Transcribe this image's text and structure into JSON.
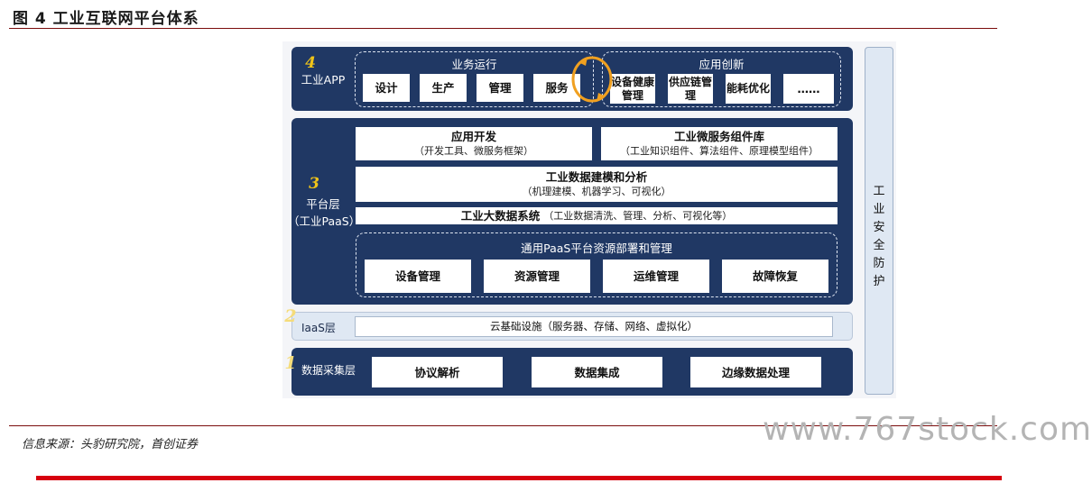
{
  "figure_title": "图 4 工业互联网平台体系",
  "layer_app": {
    "number": "4",
    "label": "工业APP",
    "group_business": {
      "title": "业务运行",
      "items": [
        "设计",
        "生产",
        "管理",
        "服务"
      ]
    },
    "group_innovation": {
      "title": "应用创新",
      "items": [
        "设备健康管理",
        "供应链管理",
        "能耗优化",
        "……"
      ]
    }
  },
  "layer_paas": {
    "number": "3",
    "label_line1": "平台层",
    "label_line2": "（工业PaaS）",
    "app_dev": {
      "title": "应用开发",
      "subtitle": "（开发工具、微服务框架）"
    },
    "microservice": {
      "title": "工业微服务组件库",
      "subtitle": "（工业知识组件、算法组件、原理模型组件）"
    },
    "modeling": {
      "title": "工业数据建模和分析",
      "subtitle": "（机理建模、机器学习、可视化）"
    },
    "bigdata": {
      "title": "工业大数据系统",
      "subtitle": "（工业数据清洗、管理、分析、可视化等）"
    },
    "resource_group": {
      "title": "通用PaaS平台资源部署和管理",
      "items": [
        "设备管理",
        "资源管理",
        "运维管理",
        "故障恢复"
      ]
    }
  },
  "layer_iaas": {
    "number": "2",
    "label": "IaaS层",
    "content": "云基础设施（服务器、存储、网络、虚拟化）"
  },
  "layer_data": {
    "number": "1",
    "label": "数据采集层",
    "items": [
      "协议解析",
      "数据集成",
      "边缘数据处理"
    ]
  },
  "security": "工业安全防护",
  "source": "信息来源：头豹研究院，首创证券",
  "watermark": "www.767stock.com",
  "colors": {
    "dark_navy": "#203864",
    "light_blue": "#dfe8f3",
    "accent_gold": "#f0c419",
    "accent_orange": "#f0a020",
    "rule_red": "#d7000f"
  }
}
